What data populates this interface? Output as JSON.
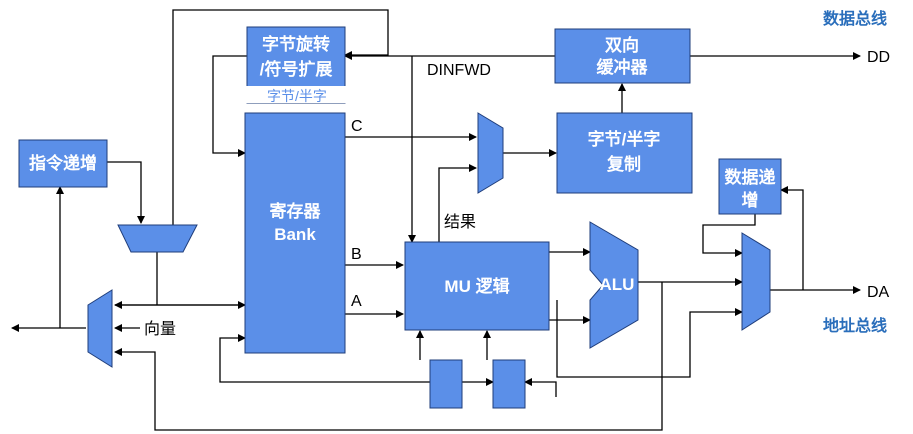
{
  "bus_labels": {
    "data_bus": "数据总线",
    "address_bus": "地址总线"
  },
  "ports": {
    "dd": "DD",
    "da": "DA"
  },
  "signals": {
    "dinfwd": "DINFWD",
    "c": "C",
    "b": "B",
    "a": "A",
    "result": "结果",
    "vector": "向量"
  },
  "blocks": {
    "byte_rotate_l1": "字节旋转",
    "byte_rotate_l2": "/符号扩展",
    "byte_halfword": "字节/半字",
    "bidir_buffer_l1": "双向",
    "bidir_buffer_l2": "缓冲器",
    "byte_dup_l1": "字节/半字",
    "byte_dup_l2": "复制",
    "instr_incr": "指令递增",
    "regbank_l1": "寄存器",
    "regbank_l2": "Bank",
    "mu_logic": "MU 逻辑",
    "alu": "ALU",
    "data_incr_l1": "数据递",
    "data_incr_l2": "增"
  },
  "colors": {
    "block_fill": "#5b8fe8",
    "block_stroke": "#1f3d7a",
    "bus_label": "#2a6ebb"
  }
}
